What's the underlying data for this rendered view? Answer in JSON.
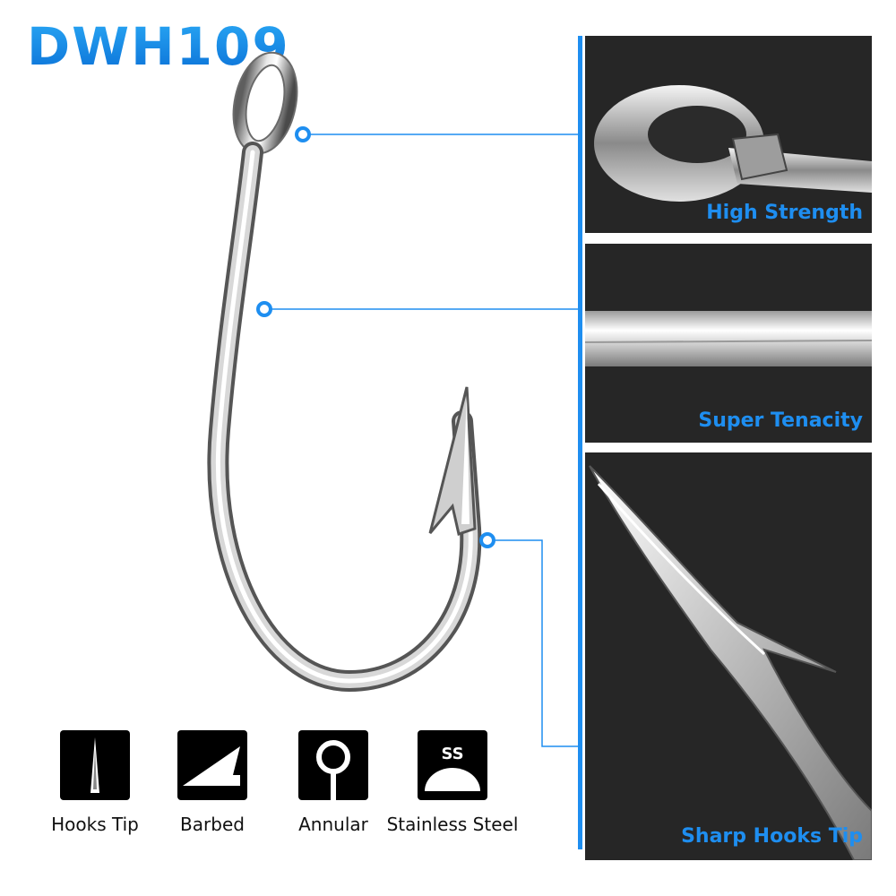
{
  "title": "DWH109",
  "accent_color": "#1e8ef0",
  "panels": [
    {
      "label": "High Strength",
      "image": "hook-eye-closeup"
    },
    {
      "label": "Super Tenacity",
      "image": "hook-shank-closeup"
    },
    {
      "label": "Sharp Hooks Tip",
      "image": "hook-barb-closeup"
    }
  ],
  "features": [
    {
      "label": "Hooks Tip",
      "icon": "hook-tip-icon"
    },
    {
      "label": "Barbed",
      "icon": "barb-icon"
    },
    {
      "label": "Annular",
      "icon": "ring-eye-icon"
    },
    {
      "label": "Stainless Steel",
      "icon": "stainless-steel-icon",
      "icon_text": "SS"
    }
  ]
}
